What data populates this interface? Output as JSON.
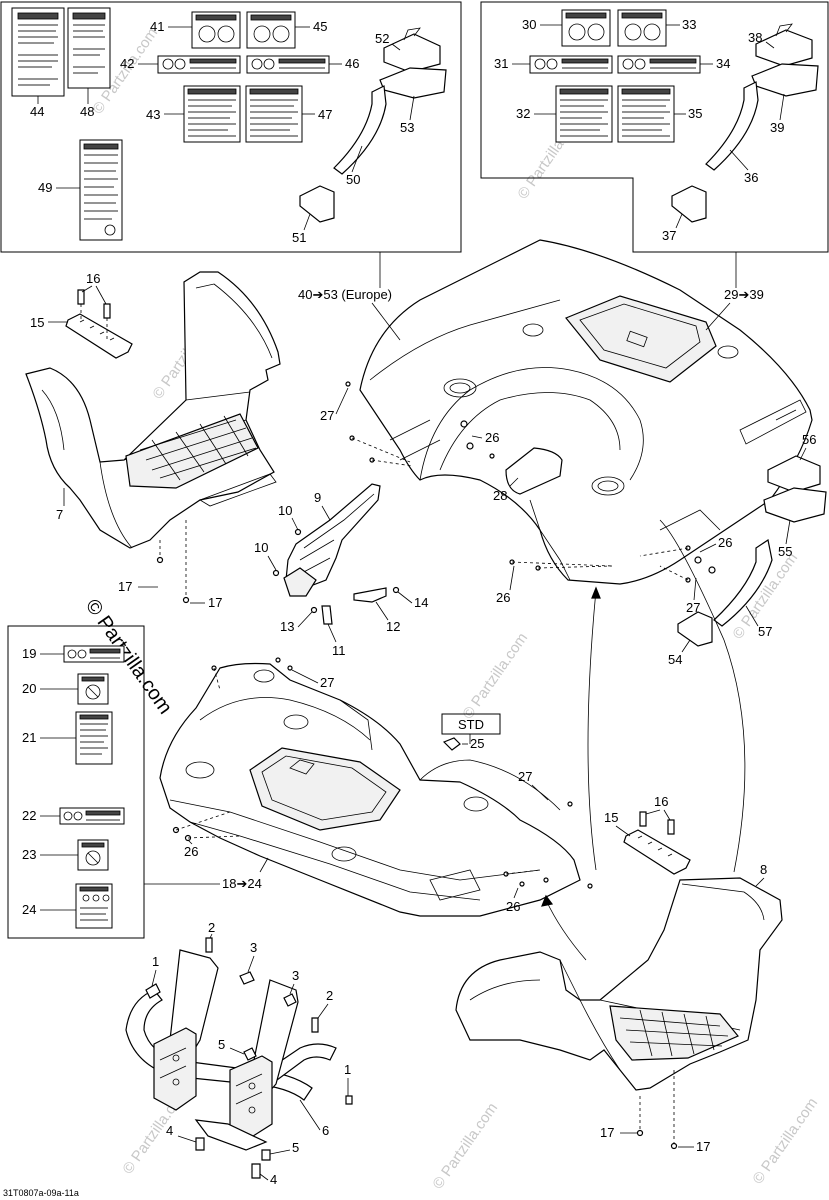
{
  "watermark": {
    "main": "© Partzilla.com",
    "repeat": "© Partzilla.com"
  },
  "caption": "31T0807a-09a-11a",
  "group_labels": {
    "europe": "40➔53 (Europe)",
    "us": "29➔39",
    "front": "18➔24",
    "std": "STD"
  },
  "callouts": {
    "c1a": "1",
    "c1b": "1",
    "c2a": "2",
    "c2b": "2",
    "c3a": "3",
    "c3b": "3",
    "c4a": "4",
    "c4b": "4",
    "c5a": "5",
    "c5b": "5",
    "c6": "6",
    "c7": "7",
    "c8": "8",
    "c9": "9",
    "c10a": "10",
    "c10b": "10",
    "c11": "11",
    "c12": "12",
    "c13": "13",
    "c14": "14",
    "c15a": "15",
    "c15b": "15",
    "c16a": "16",
    "c16b": "16",
    "c17a": "17",
    "c17b": "17",
    "c17c": "17",
    "c17d": "17",
    "c19": "19",
    "c20": "20",
    "c21": "21",
    "c22": "22",
    "c23": "23",
    "c24": "24",
    "c25": "25",
    "c26a": "26",
    "c26b": "26",
    "c26c": "26",
    "c26d": "26",
    "c26e": "26",
    "c27a": "27",
    "c27b": "27",
    "c27c": "27",
    "c27d": "27",
    "c28": "28",
    "c30": "30",
    "c31": "31",
    "c32": "32",
    "c33": "33",
    "c34": "34",
    "c35": "35",
    "c36": "36",
    "c37": "37",
    "c38": "38",
    "c39": "39",
    "c41": "41",
    "c42": "42",
    "c43": "43",
    "c44": "44",
    "c45": "45",
    "c46": "46",
    "c47": "47",
    "c48": "48",
    "c49": "49",
    "c50": "50",
    "c51": "51",
    "c52": "52",
    "c53": "53",
    "c54": "54",
    "c55": "55",
    "c56": "56",
    "c57": "57"
  }
}
